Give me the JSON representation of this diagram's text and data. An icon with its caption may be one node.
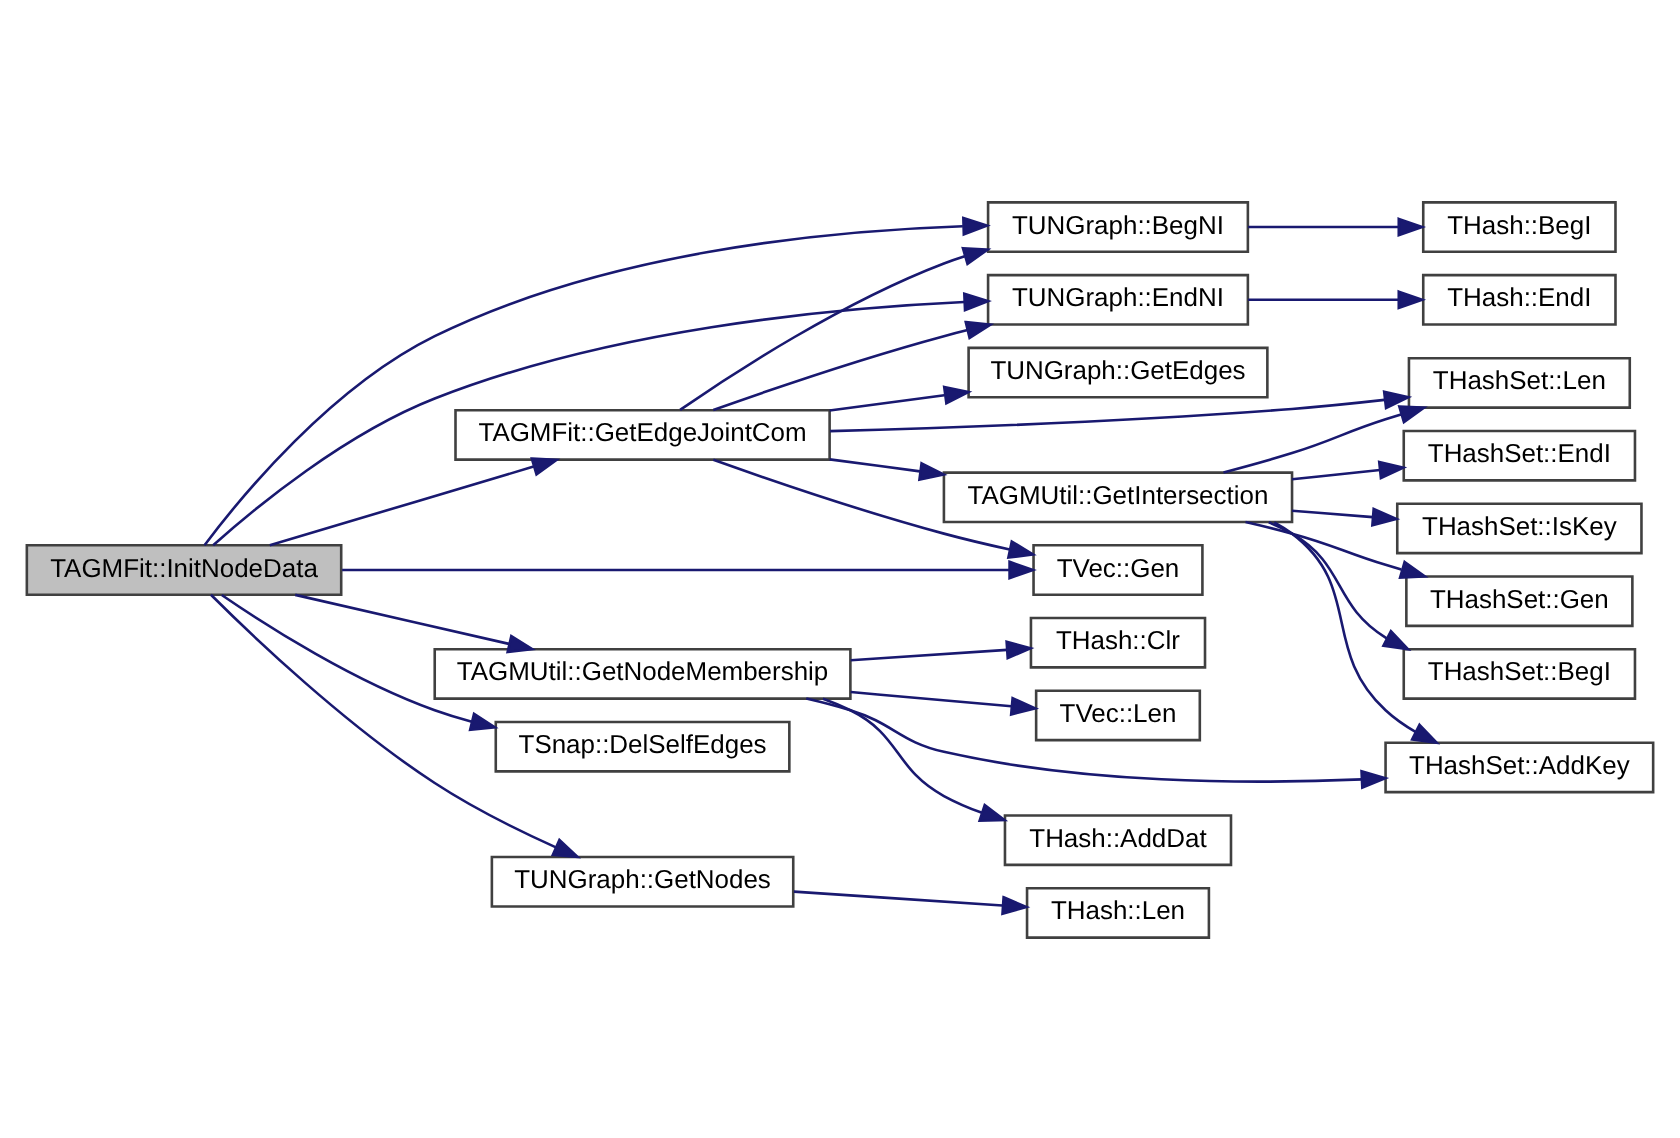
{
  "diagram": {
    "nodes": [
      {
        "text": [
          "TAGMFit::InitNodeData"
        ]
      },
      {
        "text": [
          "TUNGraph::BegNI"
        ]
      },
      {
        "text": [
          "THash::BegI"
        ]
      },
      {
        "text": [
          "TUNGraph::EndNI"
        ]
      },
      {
        "text": [
          "THash::EndI"
        ]
      },
      {
        "text": [
          "TAGMFit::GetEdgeJointCom"
        ]
      },
      {
        "text": [
          "TUNGraph::GetEdges"
        ]
      },
      {
        "text": [
          "THashSet::Len"
        ]
      },
      {
        "text": [
          "THashSet::BegI"
        ]
      },
      {
        "text": [
          "TAGMUtil::GetIntersection"
        ]
      },
      {
        "text": [
          "THashSet::EndI"
        ]
      },
      {
        "text": [
          "TVec::Gen"
        ]
      },
      {
        "text": [
          "THashSet::IsKey"
        ]
      },
      {
        "text": [
          "THashSet::Gen"
        ]
      },
      {
        "text": [
          "TAGMUtil::GetNodeMembership"
        ]
      },
      {
        "text": [
          "THash::AddDat"
        ]
      },
      {
        "text": [
          "THashSet::AddKey"
        ]
      },
      {
        "text": [
          "TSnap::DelSelfEdges"
        ]
      },
      {
        "text": [
          "THash::Clr"
        ]
      },
      {
        "text": [
          "TVec::Len"
        ]
      },
      {
        "text": [
          "TUNGraph::GetNodes"
        ]
      },
      {
        "text": [
          "THash::Len"
        ]
      }
    ],
    "edges": [
      {
        "from": 0,
        "to": 1,
        "arrow": "to"
      },
      {
        "from": 0,
        "to": 3,
        "arrow": "to"
      },
      {
        "from": 0,
        "to": 5,
        "arrow": "to"
      },
      {
        "from": 0,
        "to": 11,
        "arrow": "to"
      },
      {
        "from": 0,
        "to": 14,
        "arrow": "to"
      },
      {
        "from": 0,
        "to": 17,
        "arrow": "to"
      },
      {
        "from": 0,
        "to": 20,
        "arrow": "to"
      },
      {
        "from": 1,
        "to": 2,
        "arrow": "to"
      },
      {
        "from": 3,
        "to": 4,
        "arrow": "to"
      },
      {
        "from": 5,
        "to": 1,
        "arrow": "to"
      },
      {
        "from": 5,
        "to": 3,
        "arrow": "to"
      },
      {
        "from": 5,
        "to": 6,
        "arrow": "to"
      },
      {
        "from": 5,
        "to": 7,
        "arrow": "to"
      },
      {
        "from": 5,
        "to": 9,
        "arrow": "to"
      },
      {
        "from": 5,
        "to": 11,
        "arrow": "to"
      },
      {
        "from": 9,
        "to": 7,
        "arrow": "to"
      },
      {
        "from": 9,
        "to": 8,
        "arrow": "to"
      },
      {
        "from": 9,
        "to": 10,
        "arrow": "to"
      },
      {
        "from": 9,
        "to": 12,
        "arrow": "to"
      },
      {
        "from": 9,
        "to": 13,
        "arrow": "to"
      },
      {
        "from": 9,
        "to": 16,
        "arrow": "to"
      },
      {
        "from": 14,
        "to": 15,
        "arrow": "to"
      },
      {
        "from": 14,
        "to": 16,
        "arrow": "to"
      },
      {
        "from": 14,
        "to": 18,
        "arrow": "to"
      },
      {
        "from": 14,
        "to": 19,
        "arrow": "to"
      },
      {
        "from": 20,
        "to": 21,
        "arrow": "to"
      }
    ]
  }
}
